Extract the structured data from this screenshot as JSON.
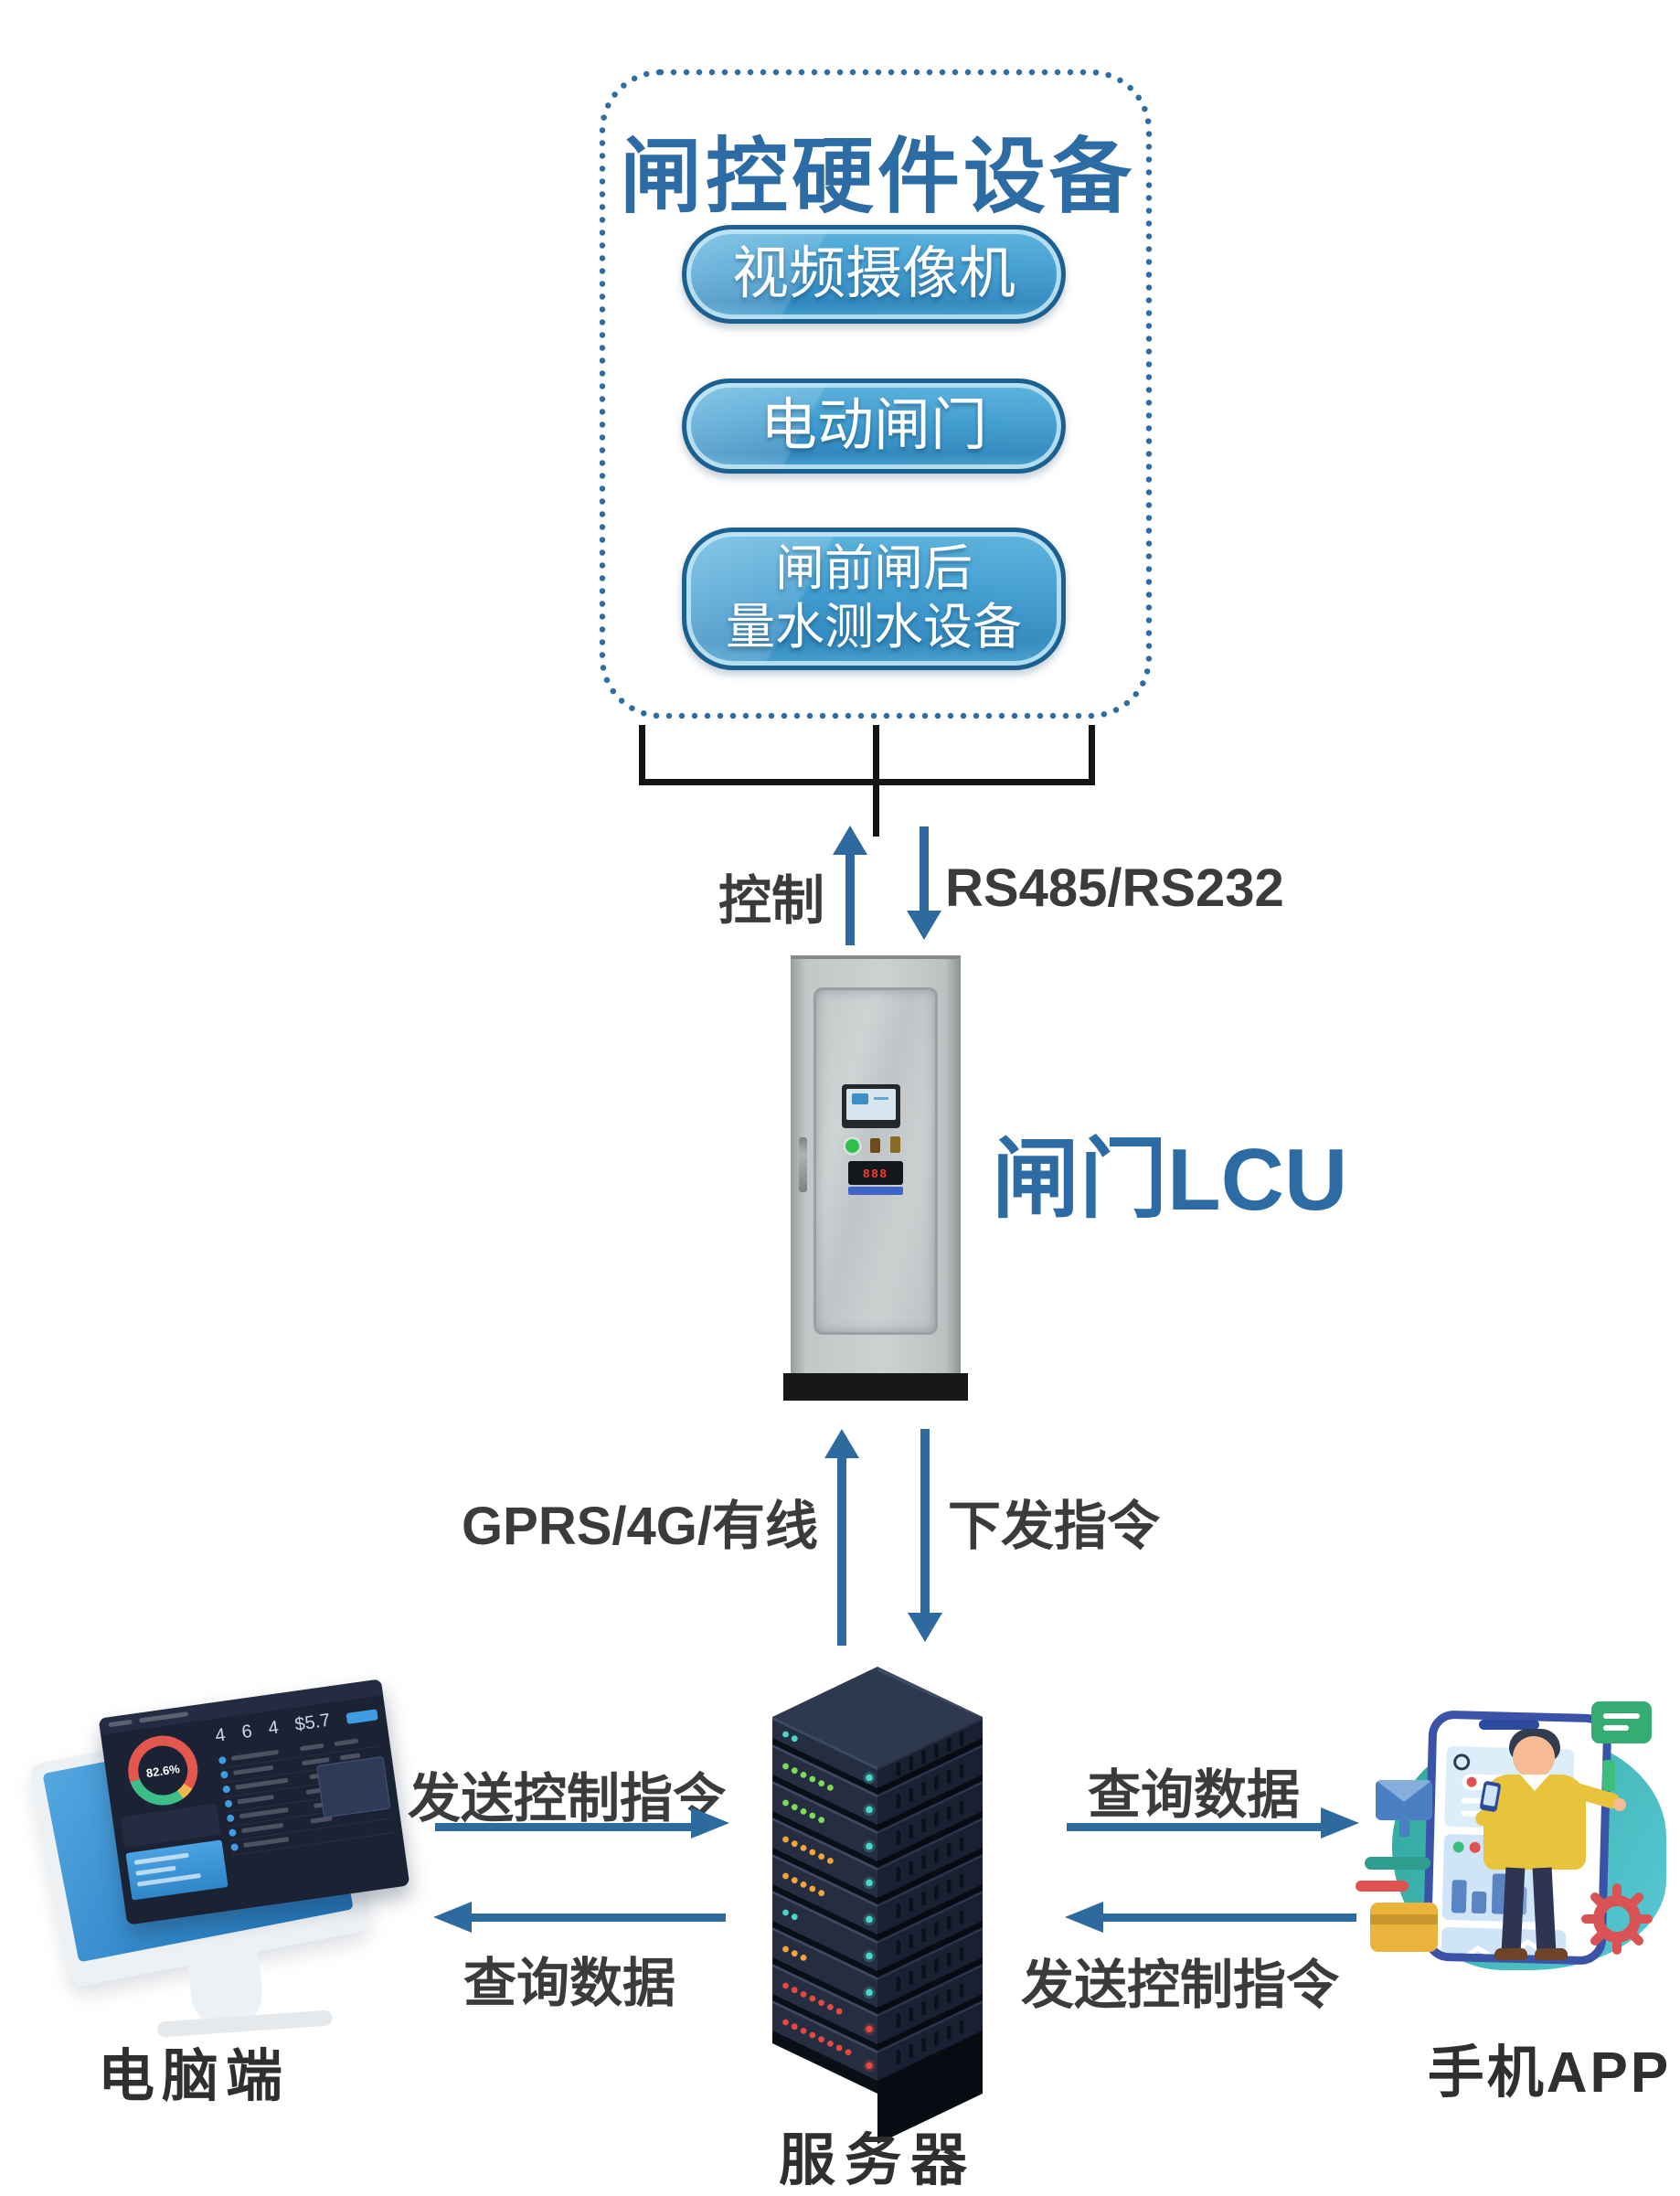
{
  "hardware_box": {
    "title": "闸控硬件设备",
    "devices": [
      {
        "line1": "视频摄像机",
        "line2": ""
      },
      {
        "line1": "电动闸门",
        "line2": ""
      },
      {
        "line1": "闸前闸后",
        "line2": "量水测水设备"
      }
    ]
  },
  "links": {
    "control_label": "控制",
    "serial_label": "RS485/RS232",
    "uplink_label": "GPRS/4G/有线",
    "downlink_label": "下发指令",
    "pc_send_label": "发送控制指令",
    "pc_query_label": "查询数据",
    "app_query_label": "查询数据",
    "app_send_label": "发送控制指令"
  },
  "nodes": {
    "lcu_label": "闸门LCU",
    "server_label": "服务器",
    "pc_label": "电脑端",
    "app_label": "手机APP"
  },
  "pc_screen": {
    "gauge_value": "82.6%",
    "stats": [
      "4",
      "6",
      "4",
      "$5.7"
    ]
  },
  "icons": {
    "app_illustration": [
      "chat-bubble-icon",
      "mail-icon",
      "wallet-icon",
      "gear-icon",
      "bar-chart-icon",
      "line-chart-icon"
    ],
    "cabinet": [
      "hmi-screen-icon",
      "power-led-icon",
      "digital-meter-icon"
    ]
  },
  "colors": {
    "accent_blue": "#2c6ba3",
    "arrow_blue": "#2e6a9e",
    "label_dark": "#3b3b3b",
    "pill_border": "#1c6090",
    "pill_body_top": "#58b1dc",
    "pill_body_bottom": "#2c86bd",
    "server_body": "#252e41",
    "blob_teal": "#3ab3af"
  }
}
